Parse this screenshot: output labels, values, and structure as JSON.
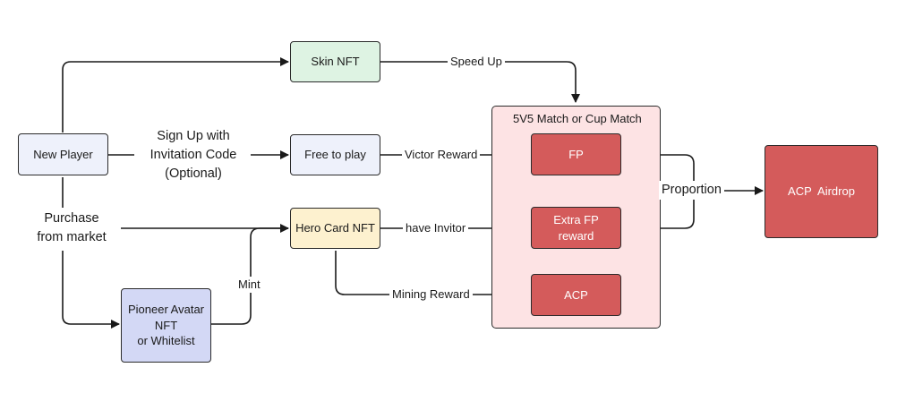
{
  "nodes": {
    "new_player": "New Player",
    "skin_nft": "Skin NFT",
    "free_to_play": "Free to play",
    "hero_card_nft": "Hero Card NFT",
    "pioneer_avatar": [
      "Pioneer Avatar",
      "NFT",
      "or Whitelist"
    ],
    "match_group": "5V5 Match or Cup Match",
    "fp": "FP",
    "extra_fp": [
      "Extra FP",
      "reward"
    ],
    "acp": "ACP",
    "acp_airdrop": "ACP  Airdrop"
  },
  "edges": {
    "speed_up": "Speed Up",
    "sign_up": [
      "Sign Up with",
      "Invitation Code",
      "(Optional)"
    ],
    "purchase": [
      "Purchase",
      "from market"
    ],
    "victor_reward": "Victor Reward",
    "have_invitor": "have Invitor",
    "mint": "Mint",
    "mining_reward": "Mining Reward",
    "proportion": "Proportion"
  },
  "colors": {
    "new_player": "#eef1fb",
    "skin_nft": "#def3e3",
    "free_to_play": "#eef1fb",
    "hero_card_nft": "#fdf1cf",
    "pioneer_avatar": "#d3d8f5",
    "match_group": "#fde3e4",
    "reward_box": "#d45b5b"
  }
}
